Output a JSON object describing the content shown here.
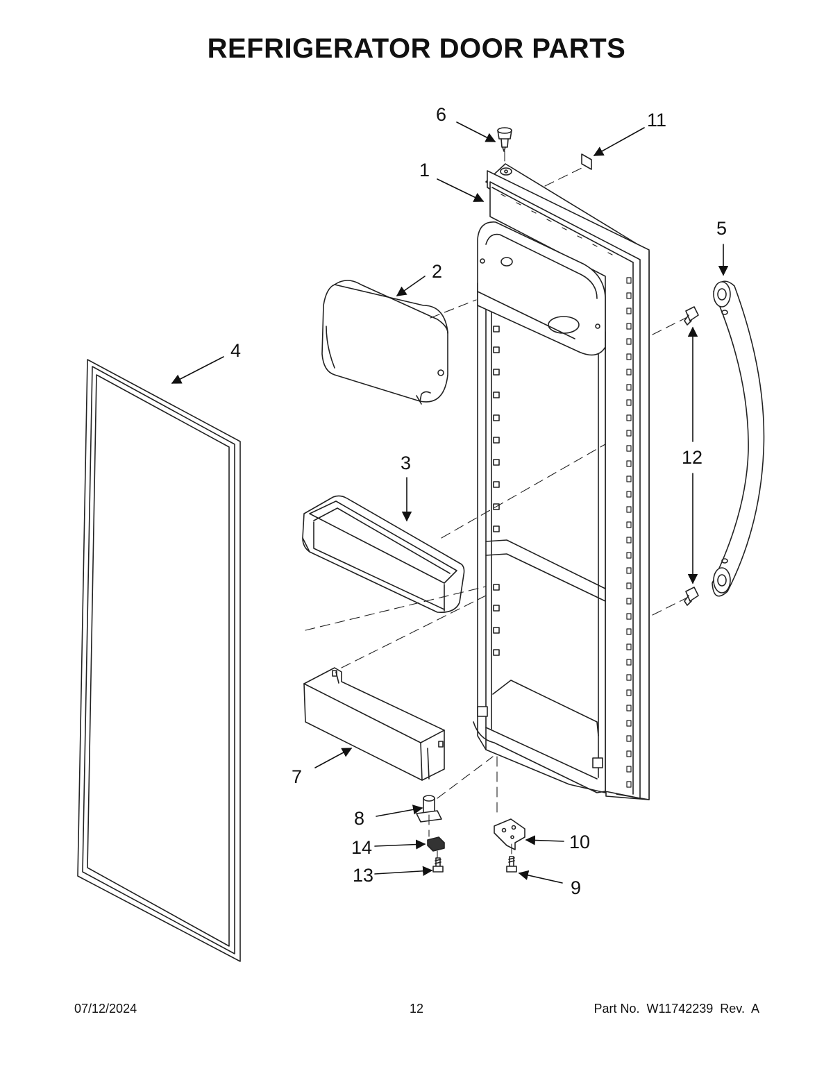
{
  "title": "REFRIGERATOR DOOR PARTS",
  "callouts": {
    "c1": "1",
    "c2": "2",
    "c3": "3",
    "c4": "4",
    "c5": "5",
    "c6": "6",
    "c7": "7",
    "c8": "8",
    "c9": "9",
    "c10": "10",
    "c11": "11",
    "c12": "12",
    "c13": "13",
    "c14": "14"
  },
  "footer": {
    "date": "07/12/2024",
    "page": "12",
    "part": "Part No.  W11742239  Rev.  A"
  },
  "colors": {
    "line": "#222222",
    "fill": "#ffffff"
  }
}
